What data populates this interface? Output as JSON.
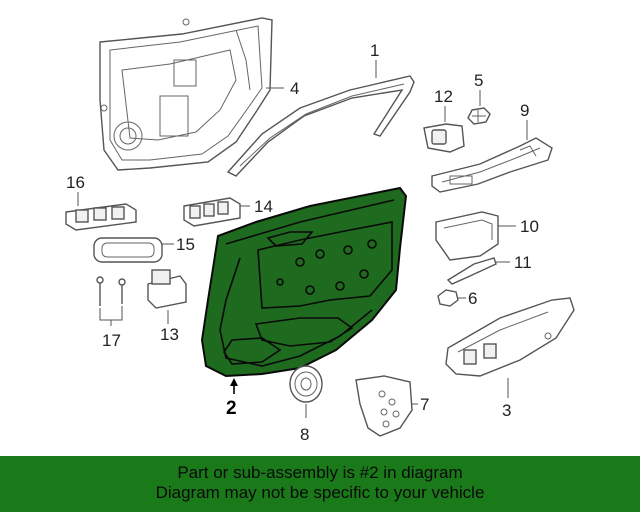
{
  "diagram": {
    "callouts": {
      "p1": "1",
      "p2": "2",
      "p3": "3",
      "p4": "4",
      "p5": "5",
      "p6": "6",
      "p7": "7",
      "p8": "8",
      "p9": "9",
      "p10": "10",
      "p11": "11",
      "p12": "12",
      "p13": "13",
      "p14": "14",
      "p15": "15",
      "p16": "16",
      "p17": "17"
    },
    "highlighted_part": "2",
    "highlight_color": "#1e6a1e"
  },
  "banner": {
    "line1": "Part or sub-assembly is #2 in diagram",
    "line2": "Diagram may not be specific to your vehicle",
    "background": "#1a7a1a"
  }
}
